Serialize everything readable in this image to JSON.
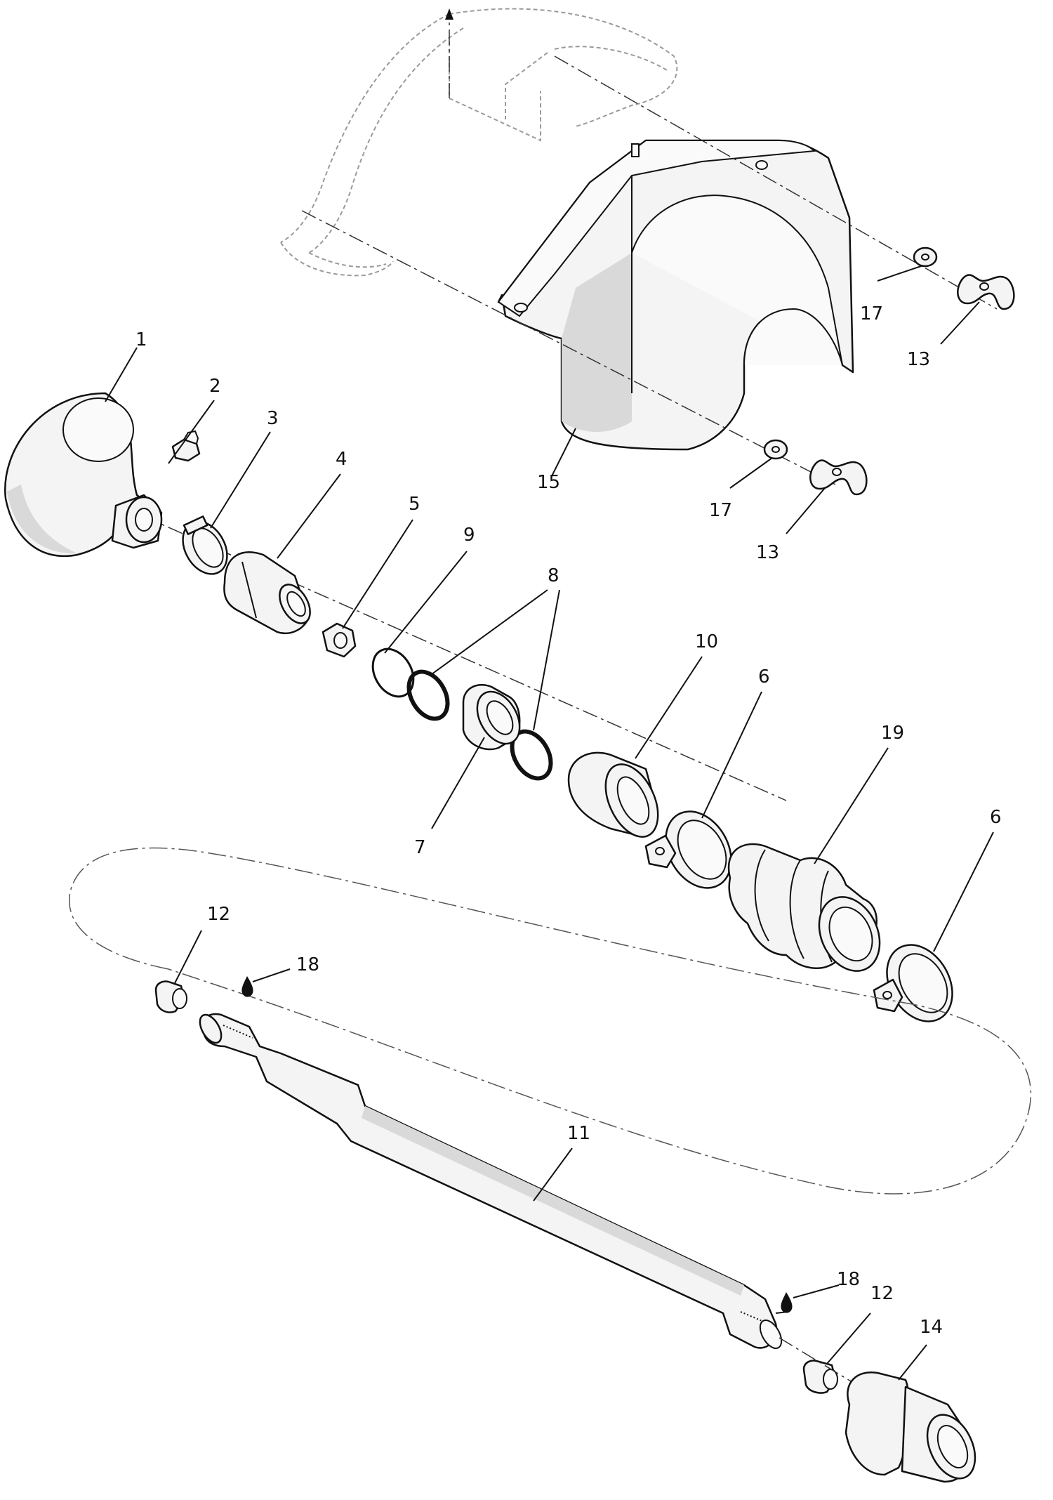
{
  "callouts": {
    "c1": "1",
    "c2": "2",
    "c3": "3",
    "c4": "4",
    "c5": "5",
    "c6a": "6",
    "c6b": "6",
    "c7": "7",
    "c8": "8",
    "c9": "9",
    "c10": "10",
    "c11": "11",
    "c12a": "12",
    "c12b": "12",
    "c13a": "13",
    "c13b": "13",
    "c14": "14",
    "c15": "15",
    "c17a": "17",
    "c17b": "17",
    "c18a": "18",
    "c18b": "18",
    "c19": "19"
  },
  "icons": {
    "lubricant": "oil-drop-icon",
    "direction": "arrow-up-icon"
  }
}
